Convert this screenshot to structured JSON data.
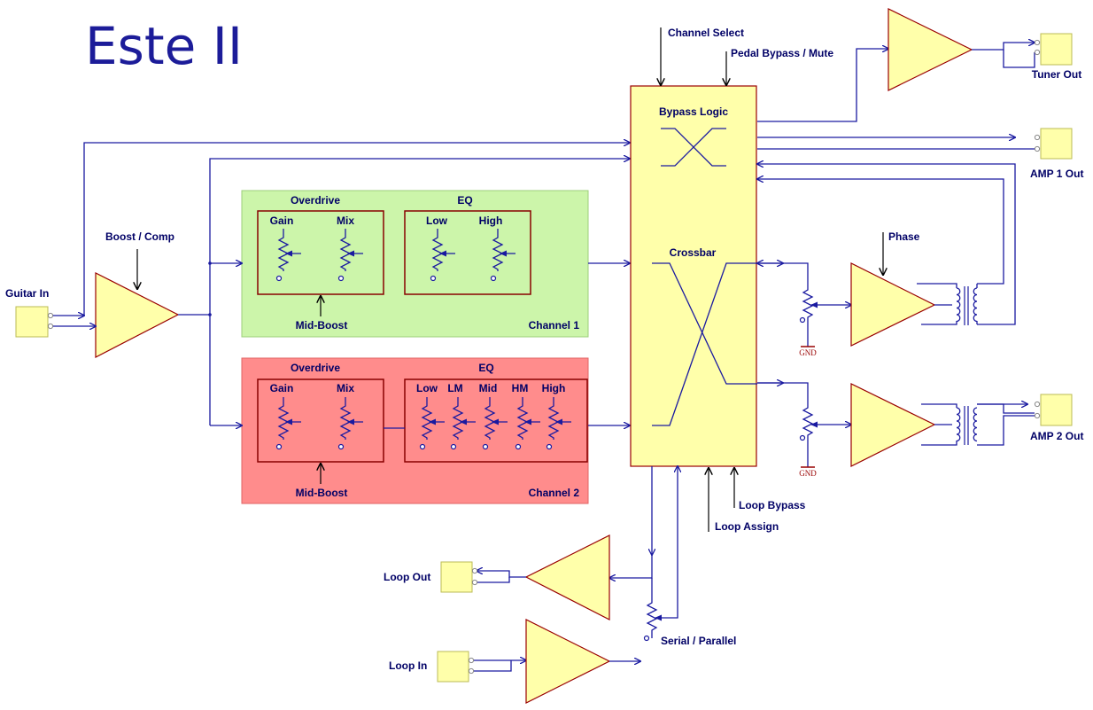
{
  "title": "Este II",
  "io": {
    "guitar_in": "Guitar In",
    "tuner_out": "Tuner Out",
    "amp1_out": "AMP 1 Out",
    "amp2_out": "AMP 2 Out",
    "loop_out": "Loop Out",
    "loop_in": "Loop In"
  },
  "controls": {
    "boost_comp": "Boost / Comp",
    "channel_select": "Channel Select",
    "pedal_bypass": "Pedal Bypass / Mute",
    "phase": "Phase",
    "loop_bypass": "Loop Bypass",
    "loop_assign": "Loop Assign",
    "serial_parallel": "Serial / Parallel"
  },
  "switch_block": {
    "bypass_logic": "Bypass Logic",
    "crossbar": "Crossbar"
  },
  "channel1": {
    "name": "Channel 1",
    "overdrive": "Overdrive",
    "eq": "EQ",
    "gain": "Gain",
    "mix": "Mix",
    "eq_bands": [
      "Low",
      "High"
    ],
    "mid_boost": "Mid-Boost",
    "bg_color": "#ccf5aa"
  },
  "channel2": {
    "name": "Channel 2",
    "overdrive": "Overdrive",
    "eq": "EQ",
    "gain": "Gain",
    "mix": "Mix",
    "eq_bands": [
      "Low",
      "LM",
      "Mid",
      "HM",
      "High"
    ],
    "mid_boost": "Mid-Boost",
    "bg_color": "#ff8c8c"
  },
  "gnd_label": "GND",
  "colors": {
    "wire": "#1a1aa0",
    "block_fill": "#ffffaa",
    "block_edge": "#990000"
  }
}
